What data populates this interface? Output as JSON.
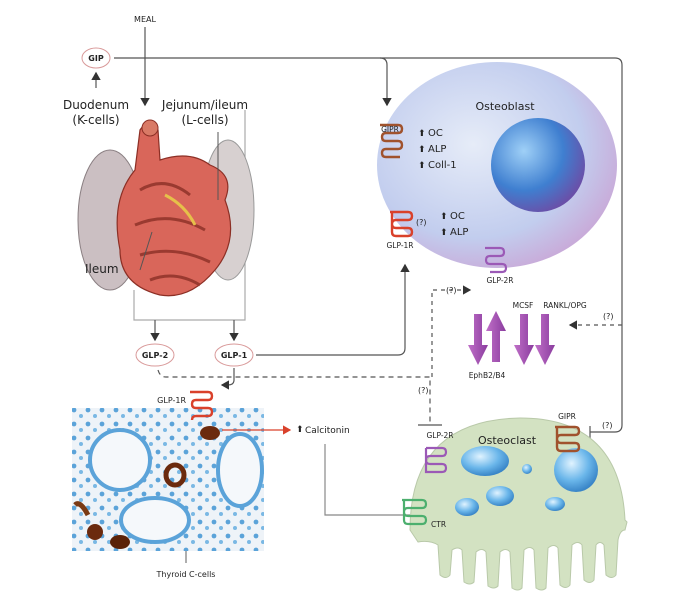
{
  "labels": {
    "meal": "MEAL",
    "gip": "GIP",
    "duodenum": "Duodenum",
    "k_cells": "(K-cells)",
    "jejunum": "Jejunum/ileum",
    "l_cells": "(L-cells)",
    "ileum": "Ileum",
    "glp2": "GLP-2",
    "glp1": "GLP-1",
    "glp1r_thyroid": "GLP-1R",
    "calcitonin": "Calcitonin",
    "thyroid_c_cells": "Thyroid C-cells",
    "osteoblast": "Osteoblast",
    "gipr_osteoblast": "GIPR",
    "ob_effects_gipr": [
      "OC",
      "ALP",
      "Coll-1"
    ],
    "ob_effects_glp1r": [
      "OC",
      "ALP"
    ],
    "glp1r_osteoblast": "GLP-1R",
    "glp2r_osteoblast": "GLP-2R",
    "question": "(?)",
    "mcsf": "MCSF",
    "rankl_opg": "RANKL/OPG",
    "ephb": "EphB2/B4",
    "osteoclast": "Osteoclast",
    "gipr_osteoclast": "GIPR",
    "glp2r_osteoclast": "GLP-2R",
    "ctr": "CTR"
  },
  "colors": {
    "gipr": "#a0522d",
    "glp1r": "#d9412b",
    "glp2r": "#9b59b6",
    "ctr": "#4caf6e",
    "arrows_purple": "#a24fb0",
    "osteoclast_fill": "#d3e2c2",
    "line": "#555555"
  }
}
